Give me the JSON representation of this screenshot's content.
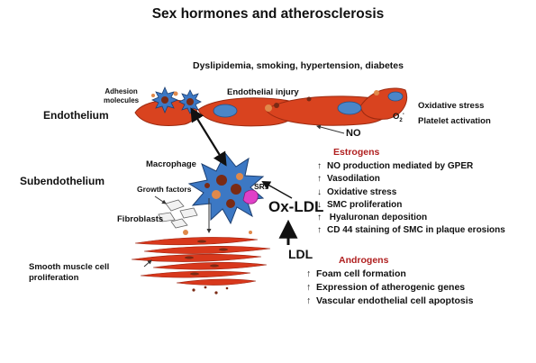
{
  "title": "Sex hormones and atherosclerosis",
  "risk_factors": "Dyslipidemia, smoking, hypertension, diabetes",
  "labels": {
    "adhesion": [
      "Adhesion",
      "molecules"
    ],
    "endothelial_injury": "Endothelial injury",
    "endothelium": "Endothelium",
    "oxidative_stress": "Oxidative stress",
    "o2": "O",
    "o2_sup": "2",
    "o2_charge": "-",
    "platelet_activation": "Platelet activation",
    "no": "NO",
    "macrophage": "Macrophage",
    "subendothelium": "Subendothelium",
    "growth_factors": "Growth factors",
    "srs": "SRs",
    "fibroblasts": "Fibroblasts",
    "ox_ldl": "Ox-LDL",
    "ldl": "LDL",
    "smc": [
      "Smooth muscle cell",
      "proliferation"
    ]
  },
  "estrogens": {
    "heading": "Estrogens",
    "effects": [
      {
        "arrow": "↑",
        "text": "NO production mediated by GPER"
      },
      {
        "arrow": "↑",
        "text": "Vasodilation"
      },
      {
        "arrow": "↓",
        "text": "Oxidative stress"
      },
      {
        "arrow": "↓",
        "text": "SMC proliferation"
      },
      {
        "arrow": "↑",
        "text": " Hyaluronan deposition"
      },
      {
        "arrow": "↑",
        "text": "CD 44 staining of SMC in plaque erosions"
      }
    ]
  },
  "androgens": {
    "heading": "Androgens",
    "effects": [
      {
        "arrow": "↑",
        "text": "Foam cell formation"
      },
      {
        "arrow": "↑",
        "text": "Expression of atherogenic genes"
      },
      {
        "arrow": "↑",
        "text": "Vascular endothelial cell apoptosis"
      }
    ]
  },
  "colors": {
    "cell_red": "#d9431f",
    "cell_edge": "#9c2a10",
    "nucleus_blue": "#4a86c8",
    "macrophage_blue": "#3c78c4",
    "muscle_red": "#d8381c",
    "heading_red": "#b01f1f",
    "receptor_pink": "#e040c8",
    "particle_brown": "#7a2a14",
    "particle_orange": "#e0894a"
  }
}
